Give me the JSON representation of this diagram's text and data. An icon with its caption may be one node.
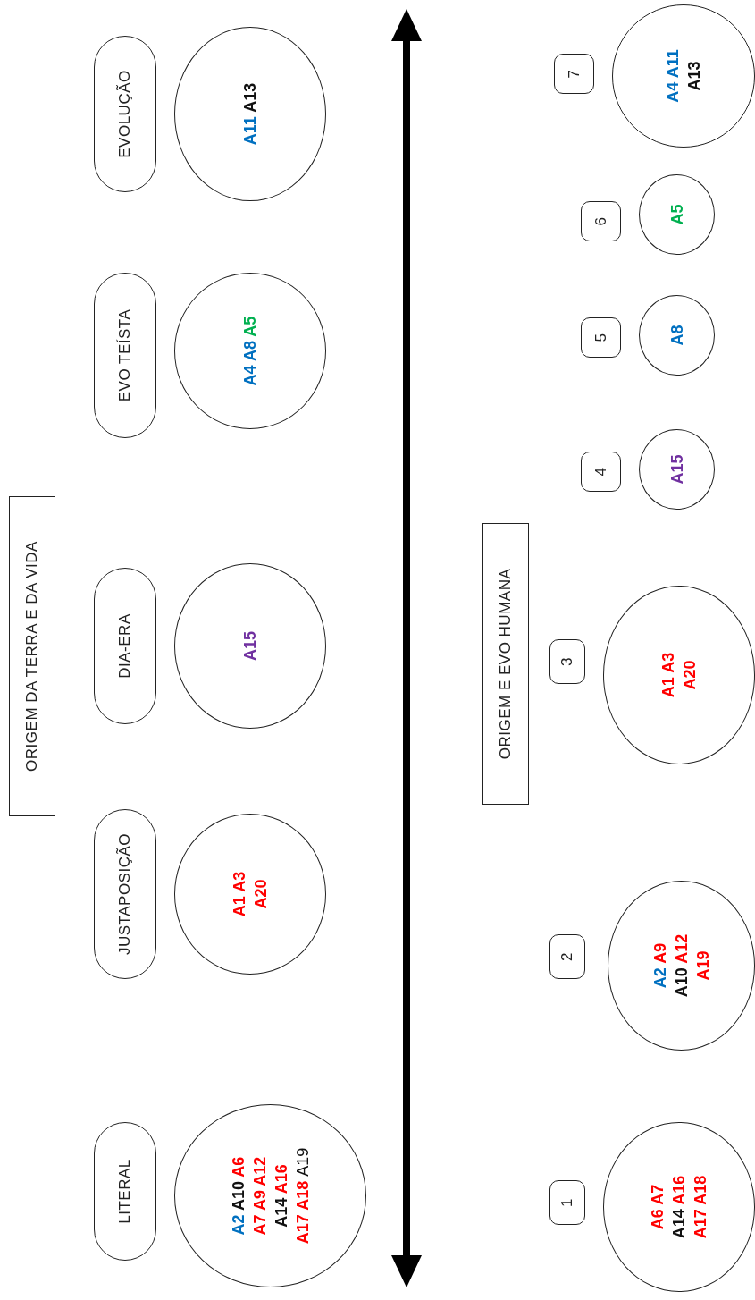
{
  "diagram": {
    "nodes": [
      {
        "text": [
          "ORIGEM DA TERRA E DA VIDA"
        ]
      },
      {
        "text": [
          "LITERAL"
        ]
      },
      {
        "text": [
          "A2 A10 A6 A7 A9 A12 A14 A16 A17 A18 A19"
        ]
      },
      {
        "text": [
          "JUSTAPOSIÇÃO"
        ]
      },
      {
        "text": [
          "A1 A3 A20"
        ]
      },
      {
        "text": [
          "DIA-ERA"
        ]
      },
      {
        "text": [
          "A15"
        ]
      },
      {
        "text": [
          "EVO TEÍSTA"
        ]
      },
      {
        "text": [
          "A4 A8 A5"
        ]
      },
      {
        "text": [
          "EVOLUÇÃO"
        ]
      },
      {
        "text": [
          "A11 A13"
        ]
      },
      {
        "text": [
          "ORIGEM E EVO HUMANA"
        ]
      },
      {
        "text": [
          "1"
        ]
      },
      {
        "text": [
          "A6 A7 A14 A16 A17 A18"
        ]
      },
      {
        "text": [
          "2"
        ]
      },
      {
        "text": [
          "A2 A9 A10 A12 A19"
        ]
      },
      {
        "text": [
          "3"
        ]
      },
      {
        "text": [
          "A1 A3 A20"
        ]
      },
      {
        "text": [
          "4"
        ]
      },
      {
        "text": [
          "A15"
        ]
      },
      {
        "text": [
          "5"
        ]
      },
      {
        "text": [
          "A8"
        ]
      },
      {
        "text": [
          "6"
        ]
      },
      {
        "text": [
          "A5"
        ]
      },
      {
        "text": [
          "7"
        ]
      },
      {
        "text": [
          "A4 A11 A13"
        ]
      }
    ],
    "edges": []
  }
}
